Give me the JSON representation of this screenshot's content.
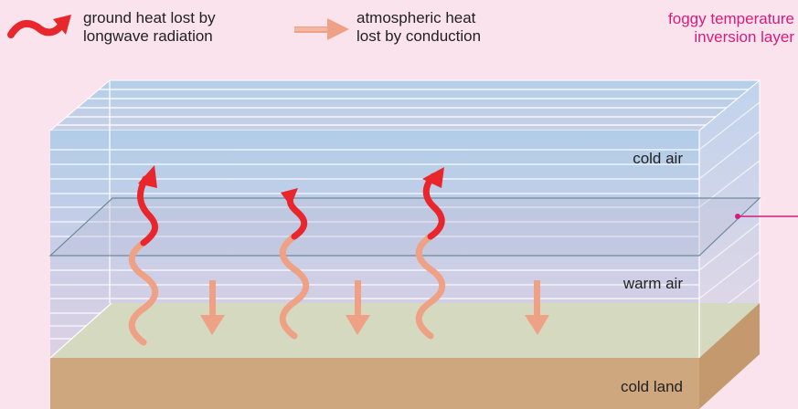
{
  "legend": {
    "radiation": {
      "icon": "curved-red-arrow-icon",
      "color": "#e8262b",
      "line1": "ground heat lost by",
      "line2": "longwave radiation"
    },
    "conduction": {
      "icon": "straight-salmon-arrow-icon",
      "color": "#eea184",
      "line1": "atmospheric heat",
      "line2": "lost by conduction"
    }
  },
  "callout": {
    "color": "#d61c7a",
    "line1": "foggy temperature",
    "line2": "inversion layer"
  },
  "labels": {
    "cold_air": "cold air",
    "warm_air": "warm air",
    "cold_land": "cold land"
  },
  "colors": {
    "background": "#fbe3ee",
    "sky_top": "#b2cde9",
    "sky_bottom": "#ddd0e4",
    "ground_top": "#d4d9bf",
    "ground_front": "#cfa77e",
    "ground_side": "#c4996d",
    "radiation_red": "#e8262b",
    "conduction_salmon": "#eea184"
  }
}
